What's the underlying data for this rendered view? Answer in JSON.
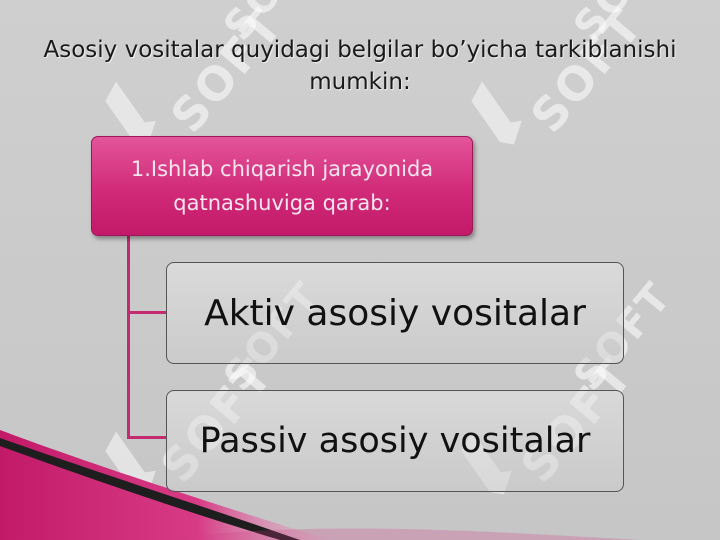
{
  "slide": {
    "title": "Asosiy vositalar quyidagi belgilar bo’yicha tarkiblanishi mumkin:",
    "root": {
      "label": "1.Ishlab chiqarish jarayonida qatnashuviga qarab:"
    },
    "children": [
      {
        "label": "Aktiv asosiy vositalar"
      },
      {
        "label": "Passiv asosiy vositalar"
      }
    ],
    "watermark": "SOFT"
  },
  "colors": {
    "accent": "#d12a78",
    "background": "#c9c9c9",
    "text": "#1a1a1a"
  }
}
